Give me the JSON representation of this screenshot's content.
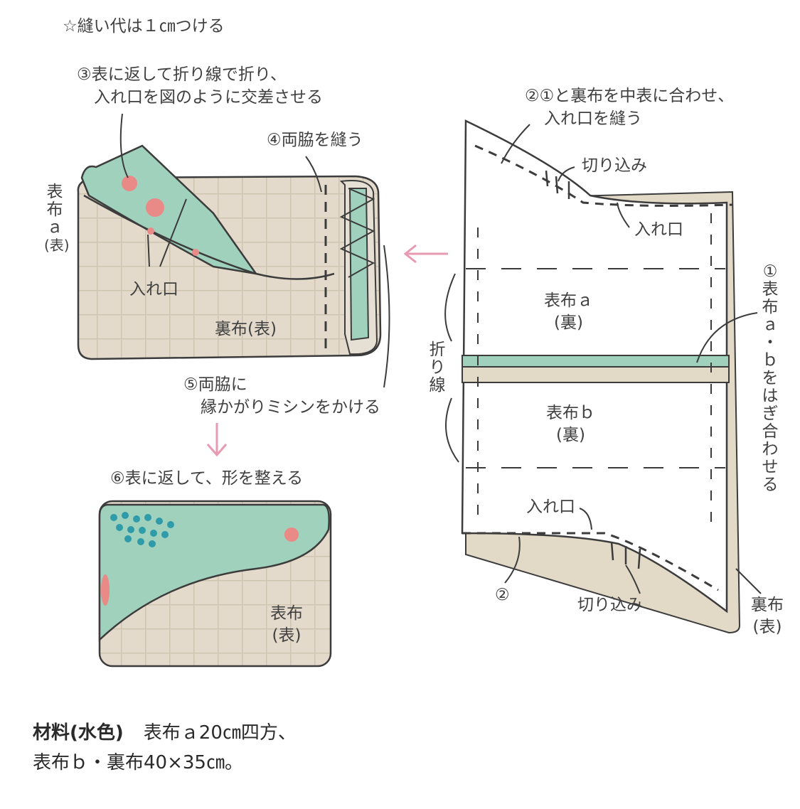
{
  "header_note": "☆縫い代は１㎝つける",
  "steps": {
    "s1": [
      "①",
      "表",
      "布",
      "ａ",
      "・",
      "ｂ",
      "を",
      "は",
      "ぎ",
      "合",
      "わ",
      "せ",
      "る"
    ],
    "s2": [
      "②①と裏布を中表に合わせ、",
      "入れ口を縫う"
    ],
    "s3": [
      "③表に返して折り線で折り、",
      "入れ口を図のように交差させる"
    ],
    "s4": "④両脇を縫う",
    "s5": [
      "⑤両脇に",
      "縁かがりミシンをかける"
    ],
    "s6": "⑥表に返して、形を整える",
    "s2_marker": "②"
  },
  "labels": {
    "front_a_side": [
      "表",
      "布",
      "ａ",
      "(表)"
    ],
    "opening": "入れ口",
    "lining_front": "裏布(表)",
    "fold_line": [
      "折",
      "り",
      "線"
    ],
    "front_a_back": [
      "表布ａ",
      "(裏)"
    ],
    "front_b_back": [
      "表布ｂ",
      "(裏)"
    ],
    "notch": "切り込み",
    "lining_right": [
      "裏布",
      "(表)"
    ],
    "finished_front": [
      "表布",
      "(表)"
    ]
  },
  "materials": {
    "title": "材料(水色)",
    "line1": "表布ａ20㎝四方、",
    "line2": "表布ｂ・裏布40×35㎝。"
  },
  "colors": {
    "outline": "#3c3c3c",
    "mint_fabric": "#9fd1bd",
    "dot_pink": "#e98a86",
    "dot_teal": "#2f9aa8",
    "beige_fabric": "#ddd3c0",
    "arrow_pink": "#e89ab2"
  }
}
